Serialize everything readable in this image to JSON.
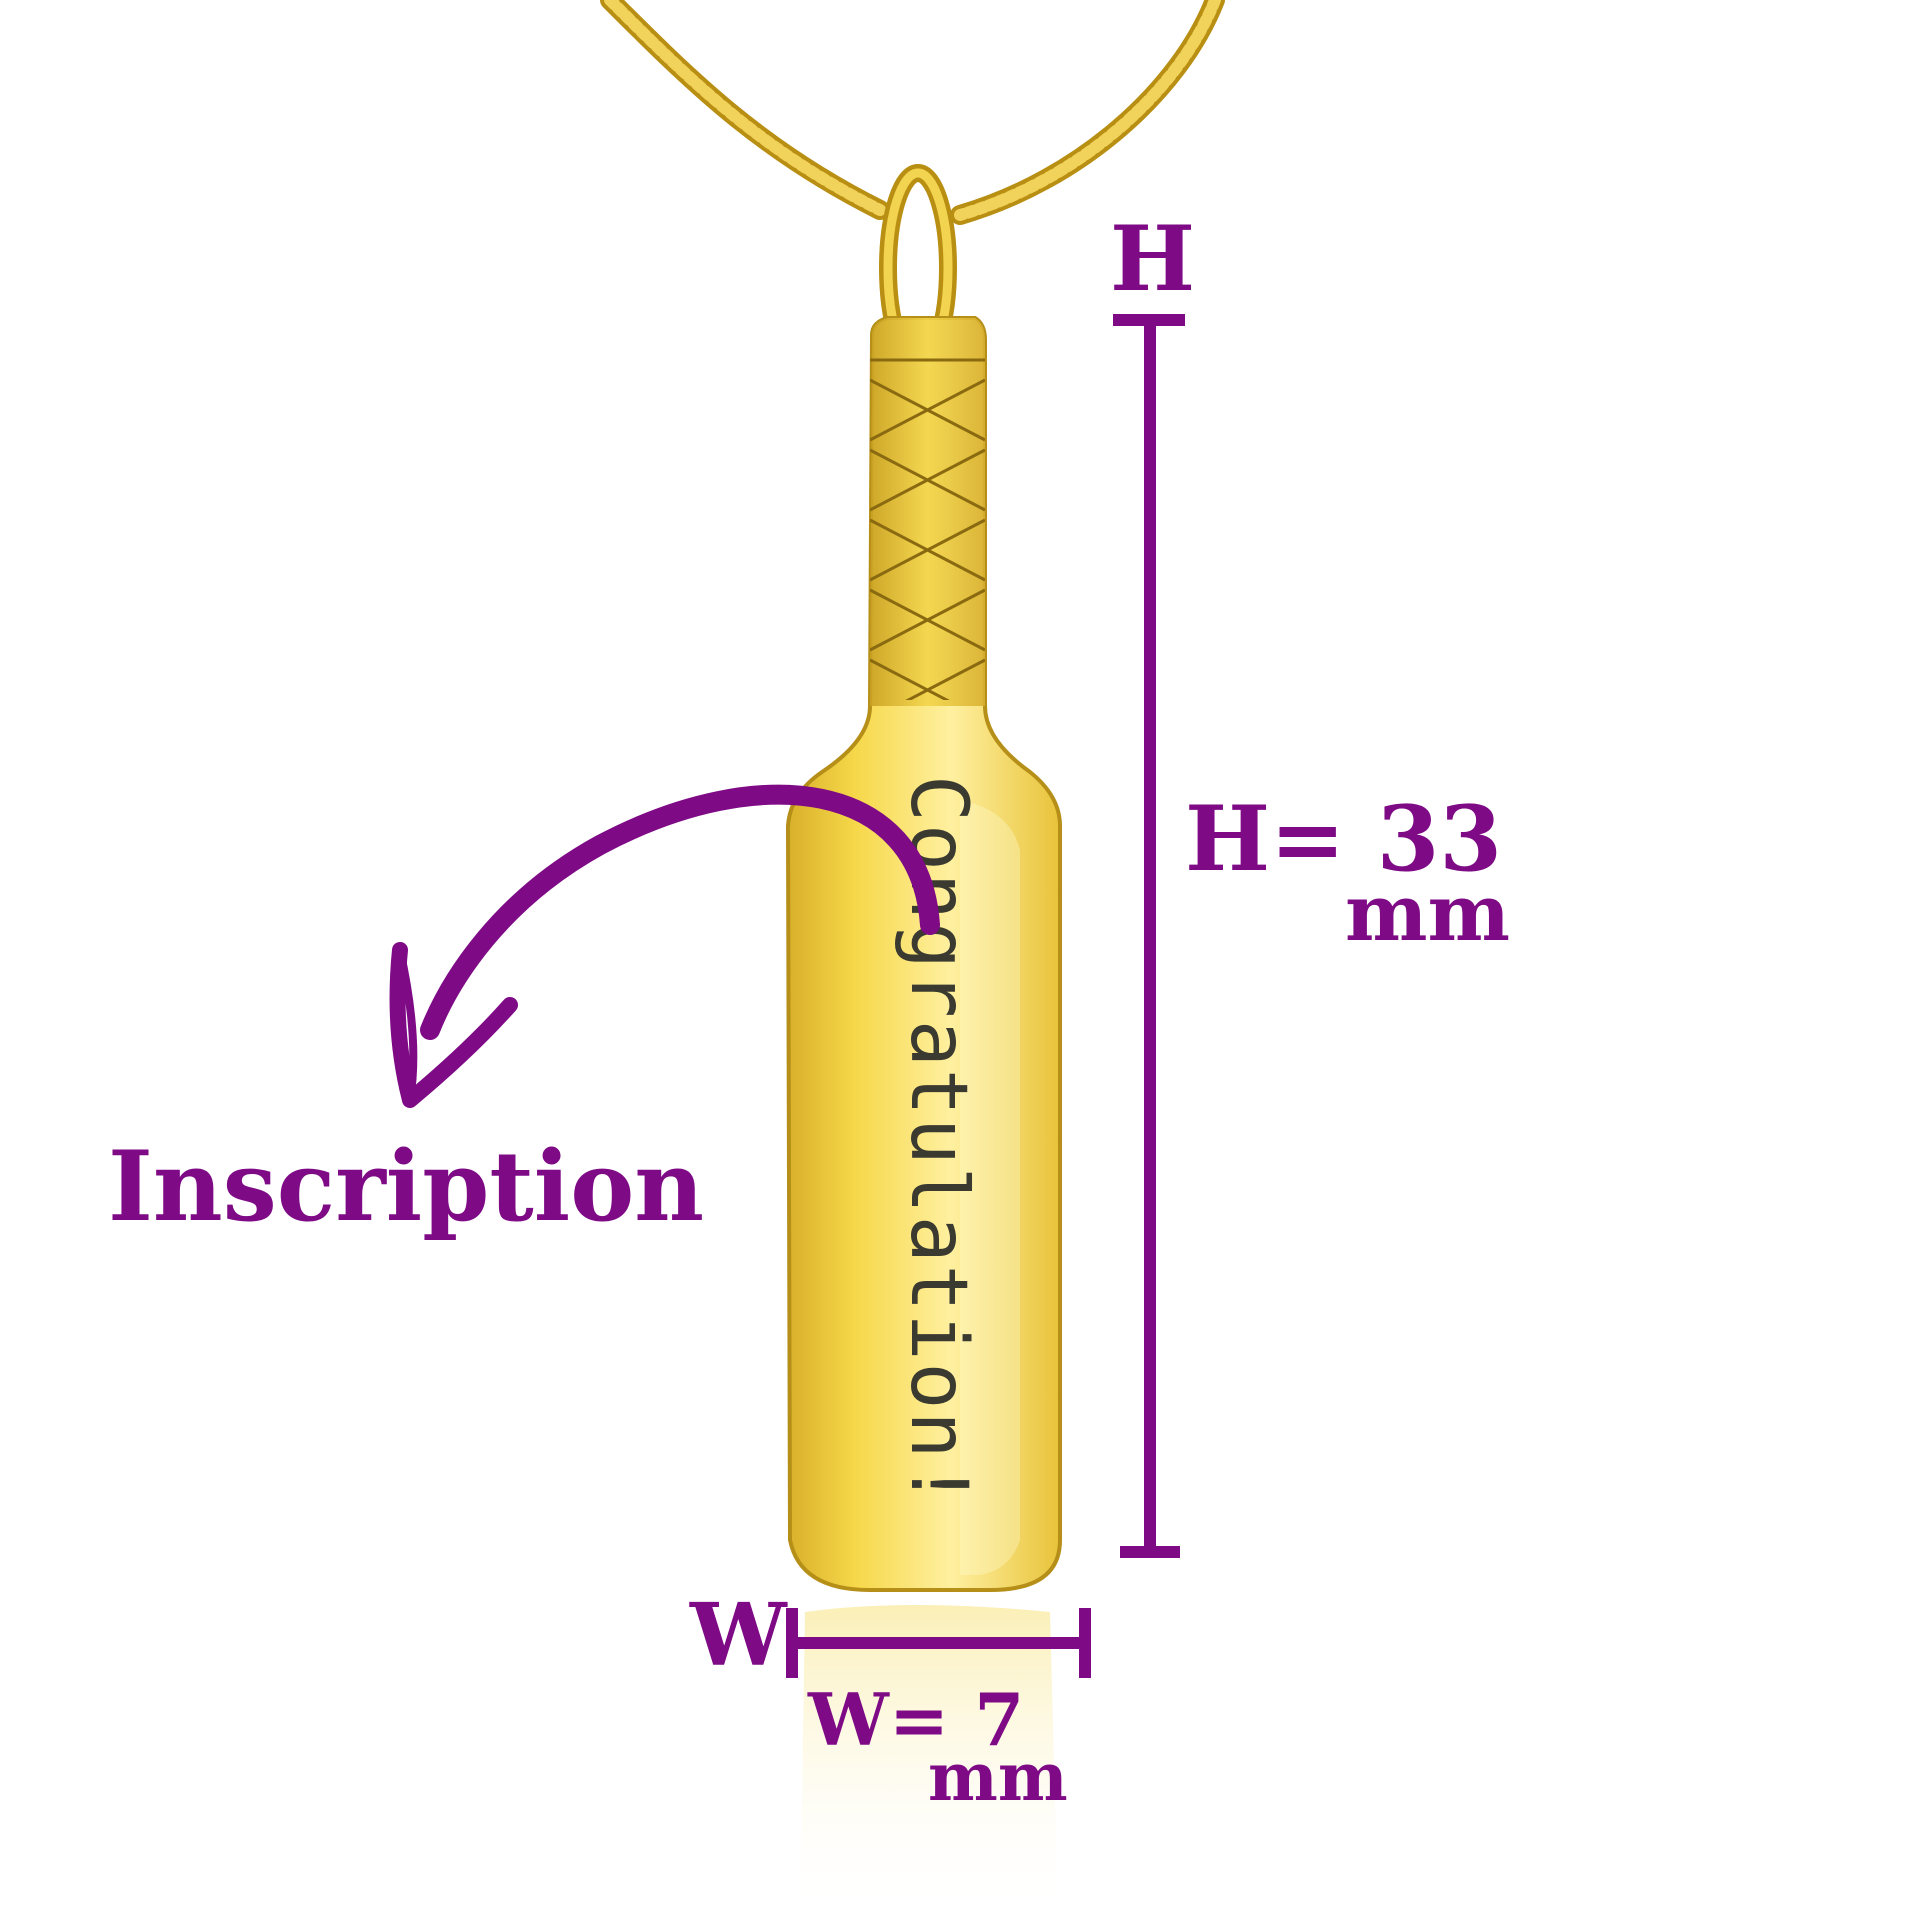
{
  "pendant": {
    "inscription_text": "Congratulation!",
    "metal_color": "#f2cf3a",
    "metal_highlight": "#fff3a8",
    "metal_shadow": "#c9a01a",
    "engrave_color": "#3a3a30"
  },
  "annotations": {
    "color": "#7e0a86",
    "inscription_label": "Inscription",
    "height_marker": "H",
    "height_label": "H= 33",
    "height_unit": "mm",
    "width_marker": "W",
    "width_label": "W= 7",
    "width_unit": "mm"
  }
}
